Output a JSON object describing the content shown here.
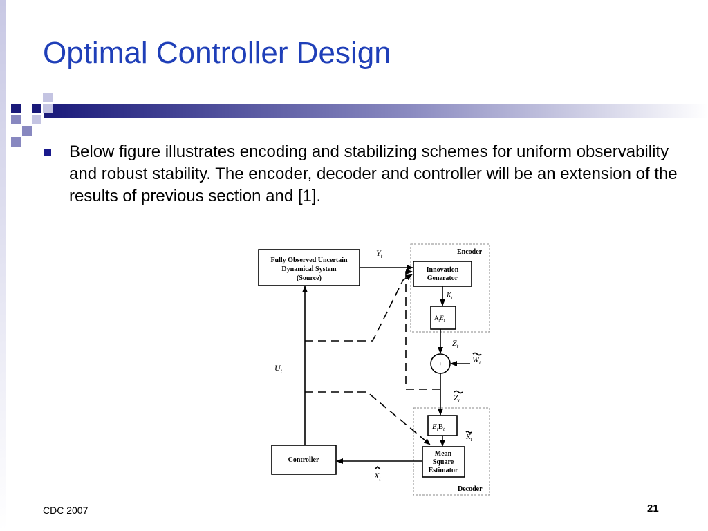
{
  "slide": {
    "title": "Optimal Controller Design",
    "bullet": "Below figure illustrates encoding and stabilizing schemes for uniform observability and robust stability. The encoder, decoder and controller will be an extension of the results of previous section and [1]."
  },
  "footer": {
    "left": "CDC 2007",
    "page_number": "21"
  },
  "diagram": {
    "source_box": [
      "Fully Observed Uncertain",
      "Dynamical System",
      "(Source)"
    ],
    "innovation_box": [
      "Innovation",
      "Generator"
    ],
    "matrix_box": "A",
    "sum_node": "+",
    "decoder_matrix_box": "B",
    "estimator_box": [
      "Mean",
      "Square",
      "Estimator"
    ],
    "controller_box": "Controller",
    "encoder_label": "Encoder",
    "decoder_label": "Decoder",
    "signals": {
      "Y": "Y",
      "K": "K",
      "Z": "Z",
      "W": "W",
      "Zt": "Z",
      "Kt": "K",
      "U": "U",
      "X": "X",
      "E": "E",
      "sub_t": "t"
    }
  },
  "colors": {
    "title": "#1f3fb8",
    "bar_dark": "#1a1a7a",
    "bullet": "#1a1a8c"
  }
}
